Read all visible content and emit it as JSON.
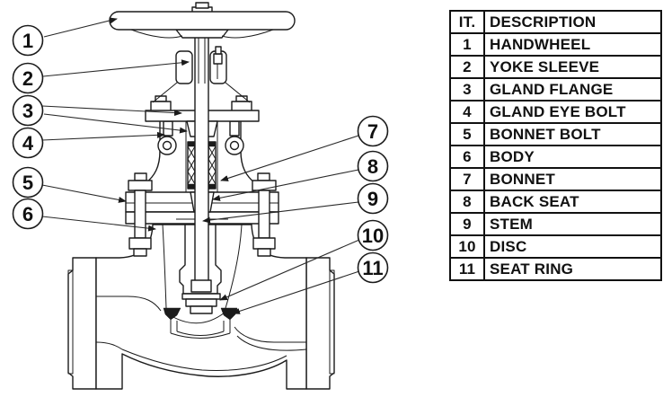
{
  "window": {
    "background": "#ffffff",
    "line_color": "#1b1b1b"
  },
  "diagram": {
    "name": "globe-valve-cross-section",
    "callouts": [
      "1",
      "2",
      "3",
      "4",
      "5",
      "6",
      "7",
      "8",
      "9",
      "10",
      "11"
    ]
  },
  "parts_table": {
    "headers": [
      "IT.",
      "DESCRIPTION"
    ],
    "rows": [
      [
        "1",
        "HANDWHEEL"
      ],
      [
        "2",
        "YOKE SLEEVE"
      ],
      [
        "3",
        "GLAND FLANGE"
      ],
      [
        "4",
        "GLAND EYE BOLT"
      ],
      [
        "5",
        "BONNET BOLT"
      ],
      [
        "6",
        "BODY"
      ],
      [
        "7",
        "BONNET"
      ],
      [
        "8",
        "BACK SEAT"
      ],
      [
        "9",
        "STEM"
      ],
      [
        "10",
        "DISC"
      ],
      [
        "11",
        "SEAT RING"
      ]
    ]
  }
}
